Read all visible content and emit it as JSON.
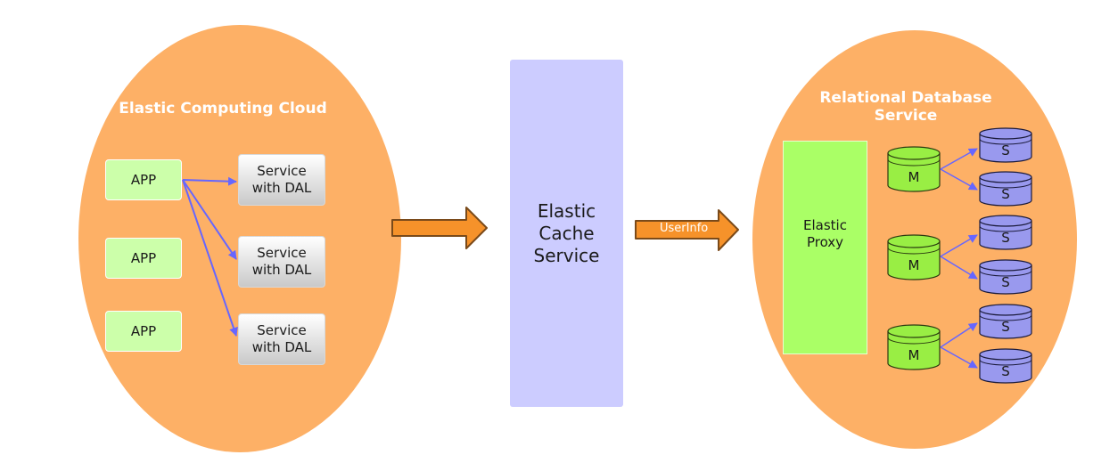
{
  "ec2": {
    "title": "Elastic Computing Cloud",
    "apps": [
      "APP",
      "APP",
      "APP"
    ],
    "services": [
      "Service with DAL",
      "Service with DAL",
      "Service with DAL"
    ]
  },
  "cache": {
    "label": "Elastic Cache Service"
  },
  "connector": {
    "label": "UserInfo"
  },
  "rds": {
    "title": "Relational Database Service",
    "proxy_label": "Elastic Proxy",
    "masters": [
      "M",
      "M",
      "M"
    ],
    "slaves": [
      "S",
      "S",
      "S",
      "S",
      "S",
      "S"
    ]
  },
  "colors": {
    "ellipse": "#fdb066",
    "arrow": "#f6922a",
    "app": "#ccffaa",
    "cache": "#ccccff",
    "proxy": "#aaff66",
    "master_db": "#99ee44",
    "slave_db": "#9999ee",
    "link": "#6666ff"
  }
}
